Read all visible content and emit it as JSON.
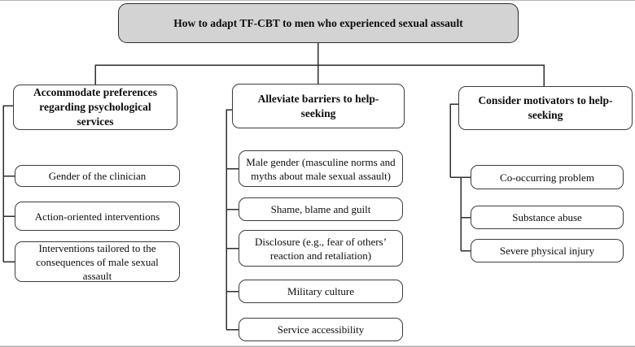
{
  "diagram": {
    "root": {
      "label": "How to adapt TF-CBT to men who experienced sexual assault"
    },
    "branches": [
      {
        "header": "Accommodate preferences\nregarding psychological\nservices",
        "items": [
          "Gender of the clinician",
          "Action-oriented interventions",
          "Interventions tailored to the\nconsequences of male sexual assault"
        ]
      },
      {
        "header": "Alleviate barriers to help-\nseeking",
        "items": [
          "Male gender (masculine norms and\nmyths about male sexual assault)",
          "Shame, blame and guilt",
          "Disclosure (e.g., fear of others’\nreaction and retaliation)",
          "Military culture",
          "Service accessibility"
        ]
      },
      {
        "header": "Consider motivators to help-\nseeking",
        "items": [
          "Co-occurring problem",
          "Substance abuse",
          "Severe physical injury"
        ]
      }
    ],
    "colors": {
      "root_fill": "#d3d3d3",
      "node_fill": "#ffffff",
      "node_border": "#3c3c3c",
      "connector_line": "#2e2e2e",
      "frame_rule": "#b5b5b5",
      "text": "#0d0d0d"
    }
  }
}
